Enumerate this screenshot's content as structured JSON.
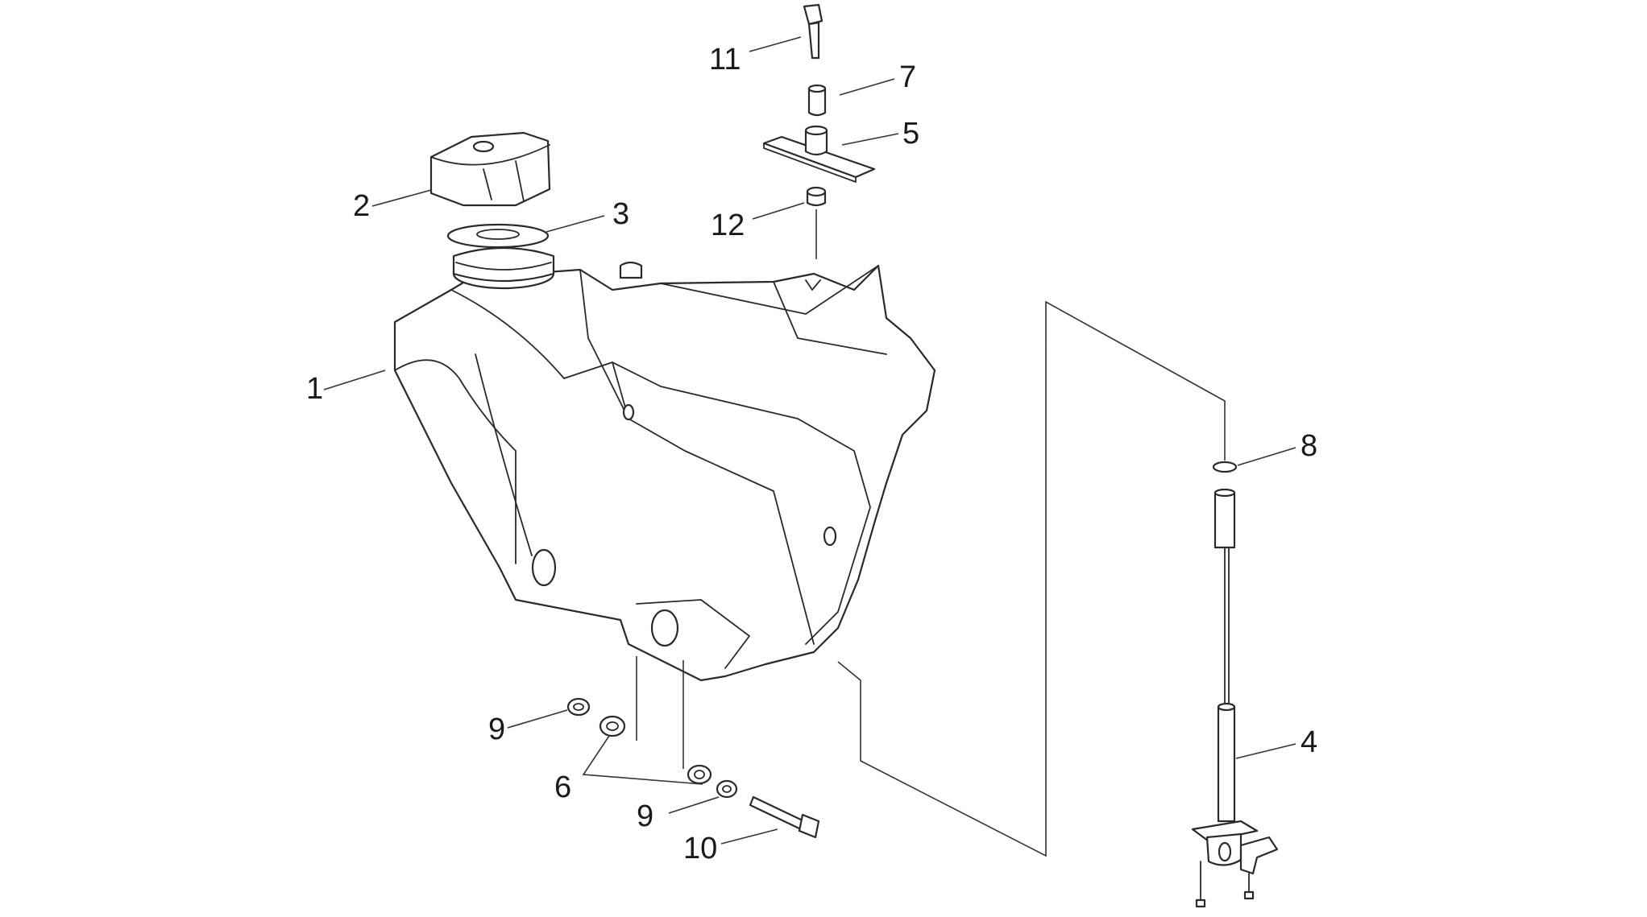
{
  "callouts": {
    "c1": "1",
    "c2": "2",
    "c3": "3",
    "c4": "4",
    "c5": "5",
    "c6": "6",
    "c7": "7",
    "c8": "8",
    "c9a": "9",
    "c9b": "9",
    "c10": "10",
    "c11": "11",
    "c12": "12"
  },
  "colors": {
    "line": "#2a2a2a",
    "background": "#ffffff"
  }
}
